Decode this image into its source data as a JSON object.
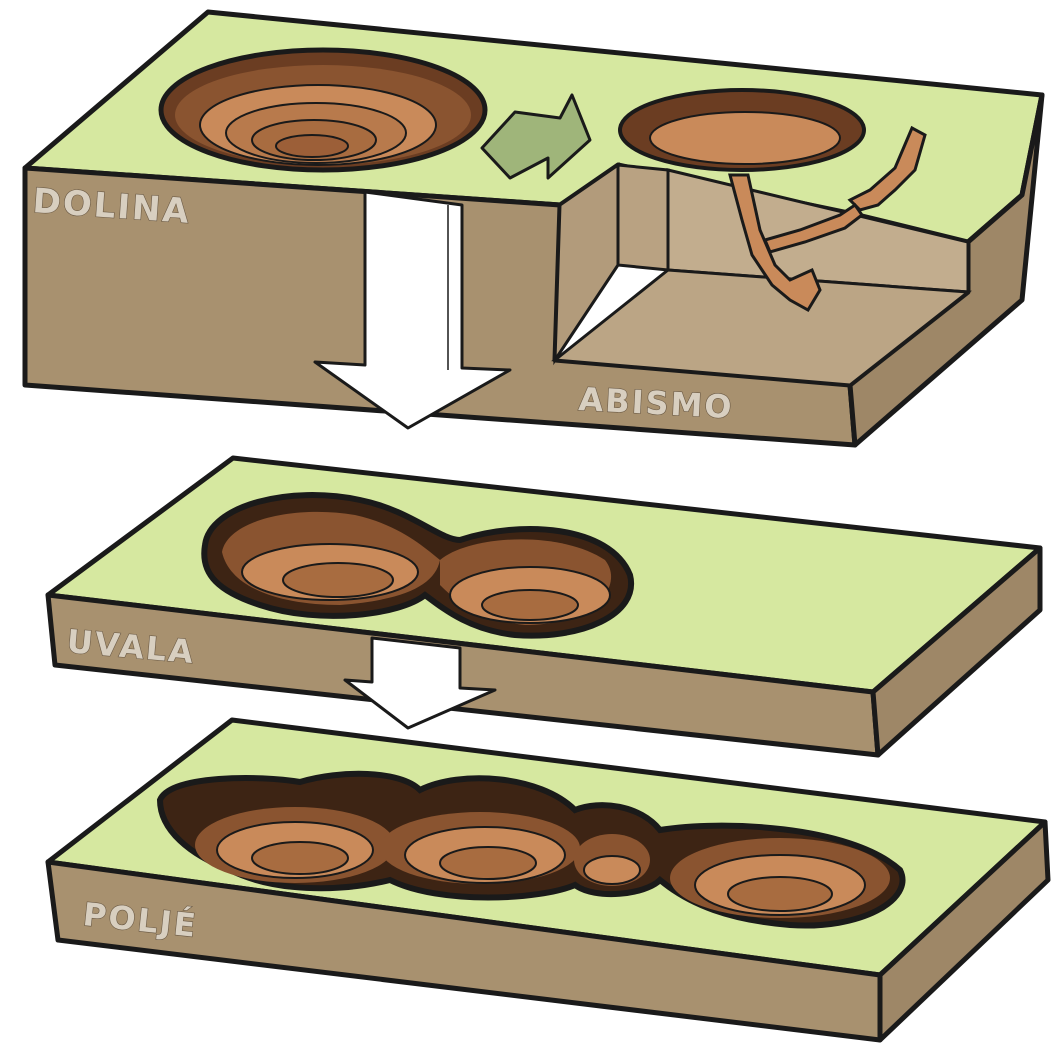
{
  "labels": {
    "dolina": "DOLINA",
    "abismo": "ABISMO",
    "uvala": "UVALA",
    "polje": "POLJÉ"
  },
  "colors": {
    "grass": "#d6e8a0",
    "soil_side": "#b09a7c",
    "soil_front": "#a8916f",
    "depression": "#c98a5a",
    "depression_dark": "#9c5f38",
    "rim": "#6b3d22",
    "arrow_green": "#9fb57a",
    "arrow_white": "#ffffff",
    "outline": "#1a1a1a"
  }
}
